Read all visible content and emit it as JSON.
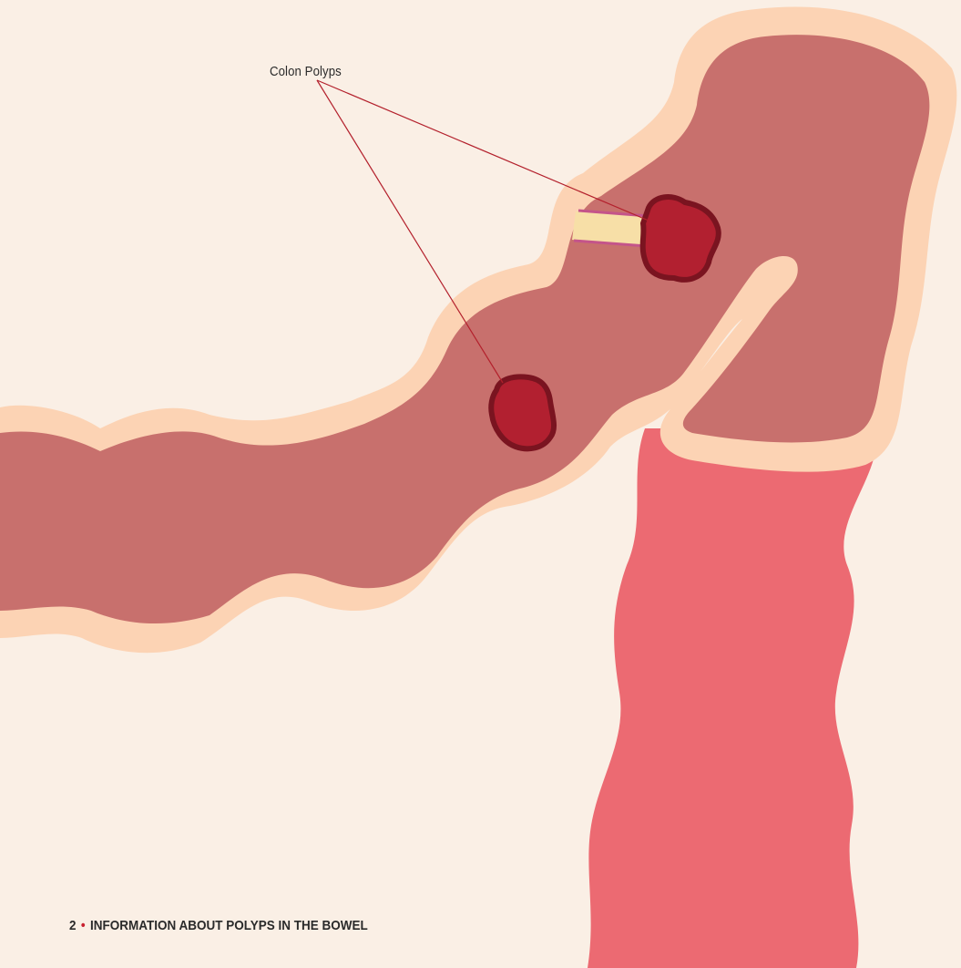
{
  "diagram": {
    "callout": "Colon Polyps",
    "colors": {
      "background": "#faefe5",
      "bowel_wall": "#fcd3b4",
      "bowel_inner": "#c8706d",
      "rectum": "#ec6a72",
      "polyp_fill": "#b22030",
      "polyp_stroke": "#7a1420",
      "stalk": "#f7dfa7",
      "stalk_edge": "#c4548a",
      "leader_line": "#b3202c"
    }
  },
  "footer": {
    "page_number": "2",
    "separator": "•",
    "title": "INFORMATION ABOUT POLYPS IN THE BOWEL"
  }
}
